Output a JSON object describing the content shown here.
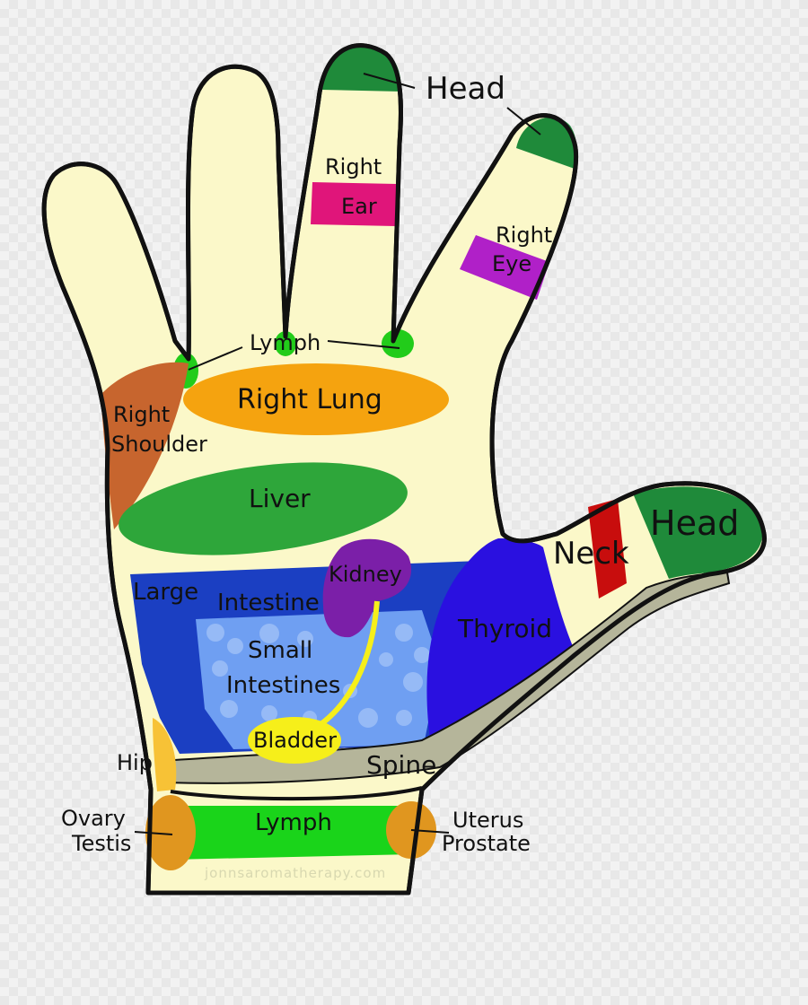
{
  "labels": {
    "head_top": "Head",
    "right_ear_1": "Right",
    "right_ear_2": "Ear",
    "right_eye_1": "Right",
    "right_eye_2": "Eye",
    "lymph_top": "Lymph",
    "right_lung": "Right  Lung",
    "right_shoulder_1": "Right",
    "right_shoulder_2": "Shoulder",
    "liver": "Liver",
    "kidney": "Kidney",
    "large": "Large",
    "intestine": "Intestine",
    "small_1": "Small",
    "small_2": "Intestines",
    "thyroid": "Thyroid",
    "neck": "Neck",
    "head_thumb": "Head",
    "bladder": "Bladder",
    "spine": "Spine",
    "hip": "Hip",
    "ovary_1": "Ovary",
    "ovary_2": "Testis",
    "lymph_wrist": "Lymph",
    "uterus_1": "Uterus",
    "uterus_2": "Prostate",
    "watermark": "jonnsaromatherapy.com"
  },
  "colors": {
    "skin": "#fbf8c9",
    "outline": "#111111",
    "head": "#1f8a3a",
    "ear": "#e0157a",
    "eye": "#b020c8",
    "lymph": "#22cc1a",
    "lung": "#f5a30f",
    "shoulder": "#c7652e",
    "liver": "#2ea63a",
    "large_intestine": "#1b3fc2",
    "small_intestine": "#6f9ff2",
    "kidney": "#7b1fa8",
    "bladder": "#f6ef1a",
    "thyroid": "#2a10e0",
    "neck": "#c80d0d",
    "spine": "#b5b59a",
    "hip": "#f7c236",
    "ovary": "#e0961f",
    "wrist_lymph": "#1ad41a"
  }
}
